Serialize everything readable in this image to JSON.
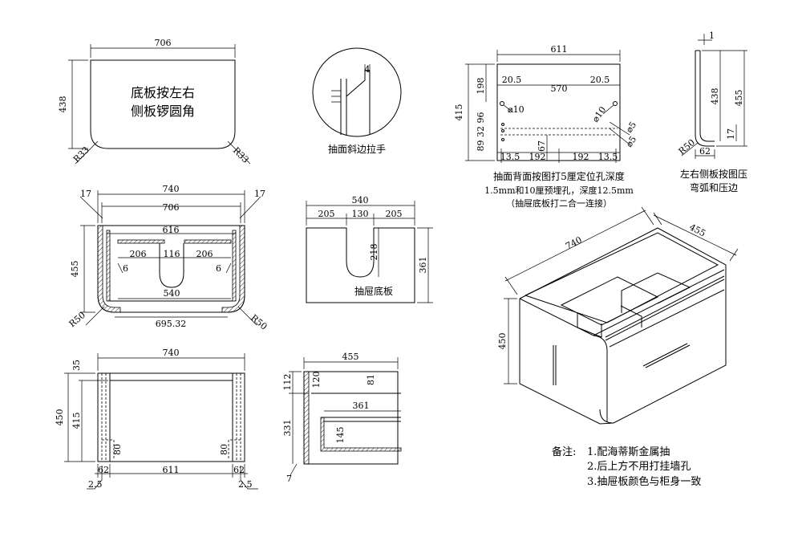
{
  "bottom_panel": {
    "width": "706",
    "height": "438",
    "radius_left": "R33",
    "radius_right": "R33",
    "text_line1": "底板按左右",
    "text_line2": "侧板锣圆角"
  },
  "handle_detail": {
    "caption": "抽面斜边拉手",
    "dim": "4"
  },
  "back_panel": {
    "width": "611",
    "height": "415",
    "top_dim": "198",
    "hole_span": "570",
    "offset_left": "20.5",
    "offset_right": "20.5",
    "hole_dia_left": "⌀10",
    "hole_dia_right": "⌀10",
    "small_dia_1": "⌀5",
    "small_dia_2": "⌀5",
    "left_dims": "89 32 96",
    "bottom_segments": [
      "13.5",
      "192",
      "192",
      "13.5"
    ],
    "mid_dim": "67",
    "caption": [
      "抽面背面按图打5厘定位孔深度",
      "1.5mm和10厘预埋孔，深度12.5mm",
      "（抽屉底板打二合一连接）"
    ]
  },
  "side_panel": {
    "height_inner": "438",
    "height_outer": "455",
    "radius": "R50",
    "base": "62",
    "small": "17",
    "top": "1",
    "caption": [
      "左右侧板按图压",
      "弯弧和压边"
    ]
  },
  "top_view": {
    "overall": "740",
    "inner": "706",
    "left_edge": "17",
    "right_edge": "17",
    "depth": "455",
    "opening": "616",
    "seg_left": "206",
    "seg_mid": "116",
    "seg_right": "206",
    "gap_left": "6",
    "gap_right": "6",
    "drawer_width": "540",
    "bottom_width": "695.32",
    "radius_left": "R50",
    "radius_right": "R50"
  },
  "drawer_bottom": {
    "width": "540",
    "seg_left": "205",
    "seg_mid": "130",
    "seg_right": "205",
    "notch_depth": "218",
    "depth": "361",
    "caption": "抽屉底板"
  },
  "iso_view": {
    "width": "740",
    "depth": "455",
    "height": "450"
  },
  "front_view": {
    "width": "740",
    "height": "450",
    "inner_height": "415",
    "top": "35",
    "inner_width": "611",
    "base_left": "62",
    "base_right": "62",
    "thick_left": "2.5",
    "thick_right": "2.5",
    "cut_left": "80",
    "cut_right": "80"
  },
  "side_section": {
    "depth": "455",
    "top": "112",
    "rail": "120",
    "rail_right": "81",
    "drawer_depth": "361",
    "lower": "331",
    "drawer_height": "145",
    "foot": "7"
  },
  "notes": {
    "heading": "备注:",
    "items": [
      "1.配海蒂斯金属抽",
      "2.后上方不用打挂墙孔",
      "3.抽屉板颜色与柜身一致"
    ]
  }
}
